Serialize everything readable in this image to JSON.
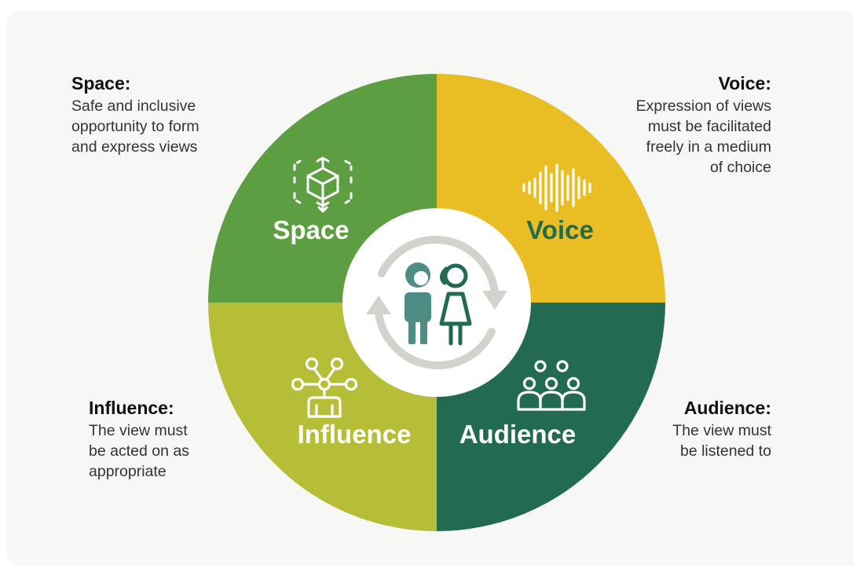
{
  "colors": {
    "space": "#5c9e41",
    "voice": "#e9bd24",
    "influence": "#b6bd37",
    "audience": "#226b50",
    "ring": "#d3d3cd",
    "child1": "#4e8d84",
    "child2": "#226b50",
    "background": "#f7f7f5"
  },
  "quadrants": {
    "space": {
      "label": "Space",
      "icon": "cube-icon"
    },
    "voice": {
      "label": "Voice",
      "icon": "sound-wave-icon"
    },
    "influence": {
      "label": "Influence",
      "icon": "network-icon"
    },
    "audience": {
      "label": "Audience",
      "icon": "group-icon"
    }
  },
  "center_icon": "two-children-cycle-icon",
  "callouts": {
    "space": {
      "title": "Space:",
      "lines": [
        "Safe and inclusive",
        "opportunity to form",
        "and express views"
      ]
    },
    "voice": {
      "title": "Voice:",
      "lines": [
        "Expression of views",
        "must be facilitated",
        "freely in a medium",
        "of choice"
      ]
    },
    "influence": {
      "title": "Influence:",
      "lines": [
        "The view must",
        "be acted on as",
        "appropriate"
      ]
    },
    "audience": {
      "title": "Audience:",
      "lines": [
        "The view must",
        "be listened to"
      ]
    }
  }
}
